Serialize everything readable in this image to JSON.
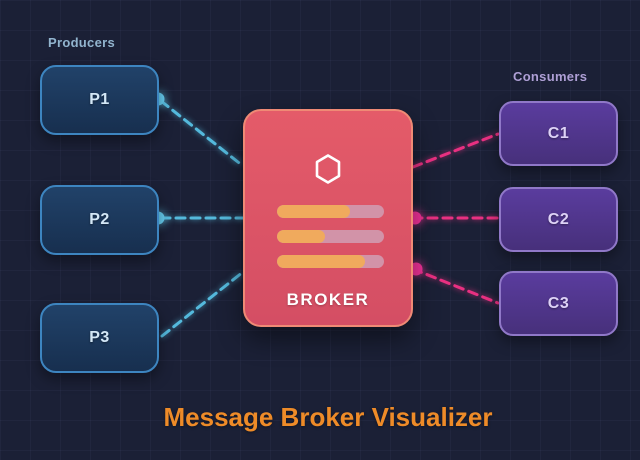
{
  "diagram": {
    "title": "Message Broker Visualizer",
    "producers": {
      "label": "Producers",
      "nodes": [
        {
          "label": "P1"
        },
        {
          "label": "P2"
        },
        {
          "label": "P3"
        }
      ]
    },
    "consumers": {
      "label": "Consumers",
      "nodes": [
        {
          "label": "C1"
        },
        {
          "label": "C2"
        },
        {
          "label": "C3"
        }
      ]
    },
    "broker": {
      "label": "BROKER",
      "icon": "hexagon-icon",
      "queue_fill_percent": [
        68,
        45,
        82
      ]
    },
    "colors": {
      "background": "#1b2036",
      "producer_border": "#3d85c0",
      "producer_fill": "#1b3557",
      "consumer_border": "#9078c8",
      "consumer_fill": "#50358c",
      "broker_fill": "#dc5466",
      "broker_border": "#ef8a75",
      "queue_track": "#d293a8",
      "queue_fill": "#f0aa5d",
      "link_producer": "#54b9dc",
      "link_consumer": "#e93081",
      "title_text": "#ee8b28"
    }
  }
}
